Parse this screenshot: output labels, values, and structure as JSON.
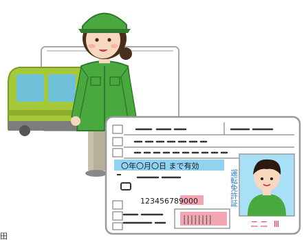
{
  "license_card": {
    "expiry_text": "〇年〇月〇日 まで有効",
    "license_number": "123456789000",
    "vertical_title": "運転免許証",
    "photo_caption": "ニニ Ⅲ",
    "class_marks": "||||||||"
  },
  "corner_mark": "田",
  "colors": {
    "uniform_green": "#49a93f",
    "uniform_dark": "#2f7a2c",
    "truck_green": "#a6c93a",
    "card_blue_band": "#8fd3f0",
    "card_pink_digits": "#f2a6b4",
    "card_border": "#9a9a9a",
    "skin": "#f7d7bd",
    "photo_bg": "#a9e0f7",
    "caption_pink": "#e0336b"
  },
  "icons": [
    "worker-figure",
    "delivery-truck",
    "driver-license-card",
    "id-photo"
  ]
}
